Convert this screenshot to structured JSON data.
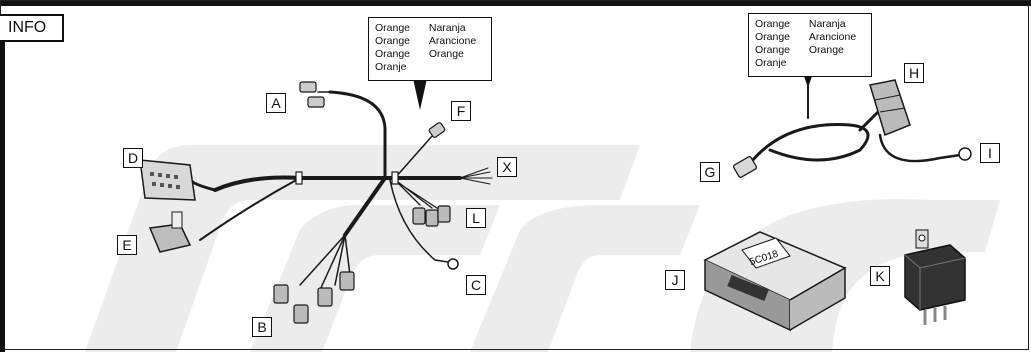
{
  "info_tag": "INFO",
  "callout_1": {
    "col1": [
      "Orange",
      "Orange",
      "Orange",
      "Oranje"
    ],
    "col2": [
      "Naranja",
      "Arancione",
      "Orange"
    ]
  },
  "callout_2": {
    "col1": [
      "Orange",
      "Orange",
      "Orange",
      "Oranje"
    ],
    "col2": [
      "Naranja",
      "Arancione",
      "Orange"
    ]
  },
  "part_labels": {
    "a": "A",
    "b": "B",
    "c": "C",
    "d": "D",
    "e": "E",
    "f": "F",
    "g": "G",
    "h": "H",
    "i": "I",
    "j": "J",
    "k": "K",
    "l": "L",
    "x": "X"
  },
  "module_code": "5C018",
  "colors": {
    "frame": "#111111",
    "watermark": "#ececec",
    "wire": "#1a1a1a"
  }
}
